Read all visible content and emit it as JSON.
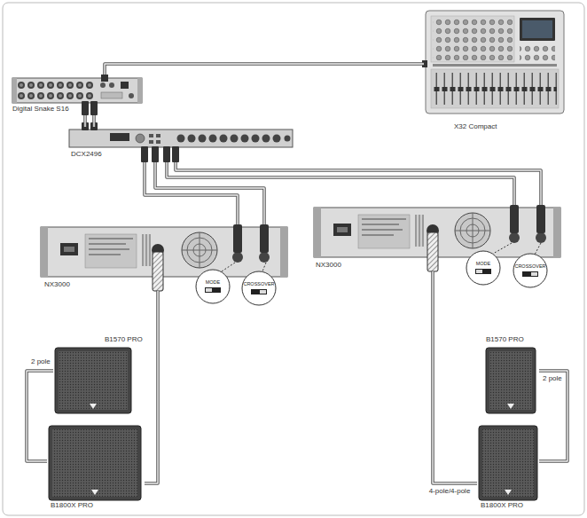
{
  "diagram": {
    "nodes": [
      {
        "text": [
          "X32 Compact"
        ]
      },
      {
        "text": [
          "Digital Snake S16"
        ]
      },
      {
        "text": [
          "DCX2496"
        ]
      },
      {
        "text": [
          "NX3000"
        ]
      },
      {
        "text": [
          "NX3000"
        ]
      },
      {
        "text": [
          "B1570 PRO"
        ]
      },
      {
        "text": [
          "B1800X PRO"
        ]
      },
      {
        "text": [
          "B1570 PRO"
        ]
      },
      {
        "text": [
          "B1800X PRO"
        ]
      }
    ],
    "edges": [
      {
        "from": 0,
        "to": 1,
        "arrow": "none"
      },
      {
        "from": 1,
        "to": 2,
        "arrow": "none"
      },
      {
        "from": 1,
        "to": 2,
        "arrow": "none"
      },
      {
        "from": 2,
        "to": 3,
        "arrow": "none"
      },
      {
        "from": 2,
        "to": 3,
        "arrow": "none"
      },
      {
        "from": 2,
        "to": 4,
        "arrow": "none"
      },
      {
        "from": 2,
        "to": 4,
        "arrow": "none"
      },
      {
        "from": 3,
        "to": 6,
        "arrow": "none"
      },
      {
        "from": 5,
        "to": 6,
        "label": "2 pole",
        "arrow": "none"
      },
      {
        "from": 4,
        "to": 8,
        "label": "4-pole/4-pole",
        "arrow": "none"
      },
      {
        "from": 7,
        "to": 8,
        "label": "2 pole",
        "arrow": "none"
      }
    ],
    "labels": [
      "MODE",
      "CROSSOVER",
      "MODE",
      "CROSSOVER"
    ]
  }
}
